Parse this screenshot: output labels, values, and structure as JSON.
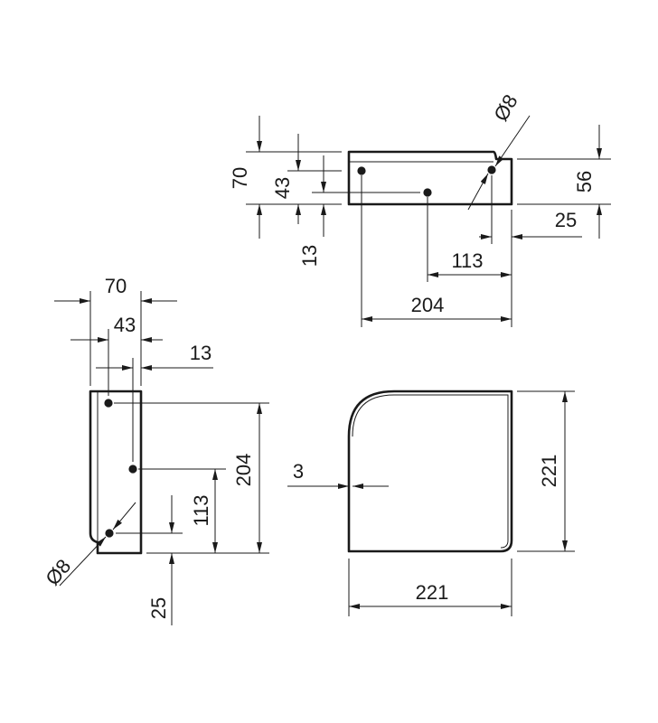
{
  "dimensions": {
    "top_view": {
      "height_total": "70",
      "hole_offset": "43",
      "edge_offset": "13",
      "hole_diameter": "Ø8",
      "depth": "56",
      "hole_edge": "25",
      "hole_center": "113",
      "hole_spacing": "204"
    },
    "side_view": {
      "width_total": "70",
      "hole_offset": "43",
      "edge_offset": "13",
      "hole_spacing": "204",
      "hole_center": "113",
      "hole_edge": "25",
      "hole_diameter": "Ø8"
    },
    "plan_view": {
      "thickness": "3",
      "height": "221",
      "width": "221"
    }
  }
}
